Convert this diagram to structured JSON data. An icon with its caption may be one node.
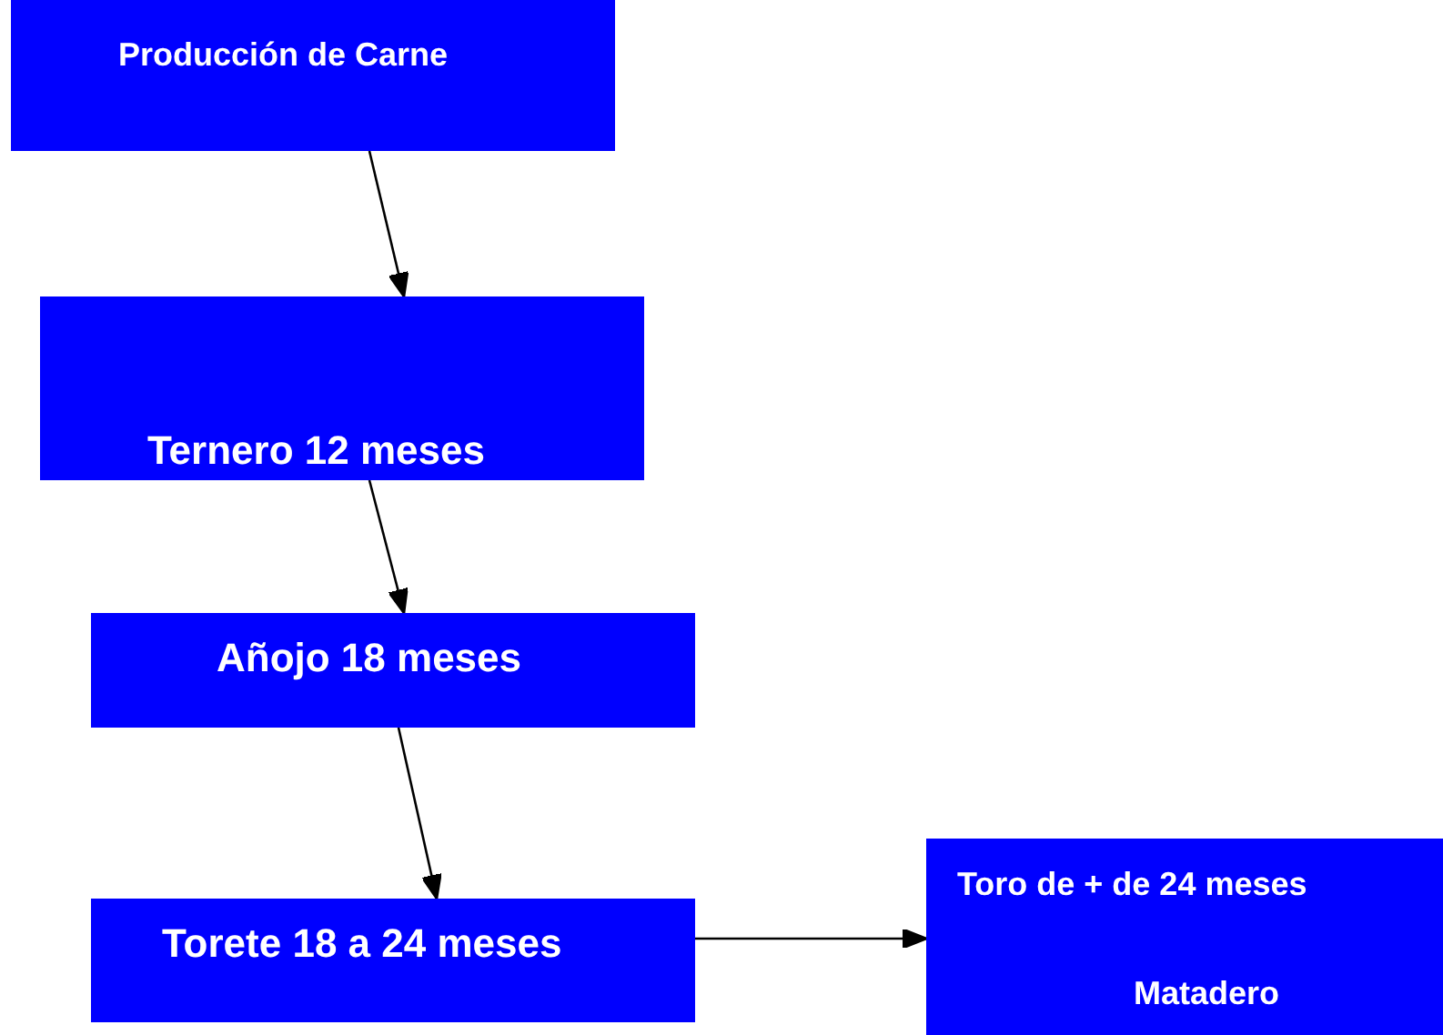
{
  "diagram": {
    "nodes": [
      {
        "text": [
          "Producción de Carne"
        ]
      },
      {
        "text": [
          "Ternero 12 meses"
        ]
      },
      {
        "text": [
          "Añojo 18 meses"
        ]
      },
      {
        "text": [
          "Torete 18 a 24 meses"
        ]
      },
      {
        "text": [
          "Toro de + de 24 meses",
          "Matadero"
        ]
      }
    ],
    "edges": [
      {
        "from": 0,
        "to": 1,
        "arrow": "to"
      },
      {
        "from": 1,
        "to": 2,
        "arrow": "to"
      },
      {
        "from": 2,
        "to": 3,
        "arrow": "to"
      },
      {
        "from": 3,
        "to": 4,
        "arrow": "to"
      }
    ]
  }
}
